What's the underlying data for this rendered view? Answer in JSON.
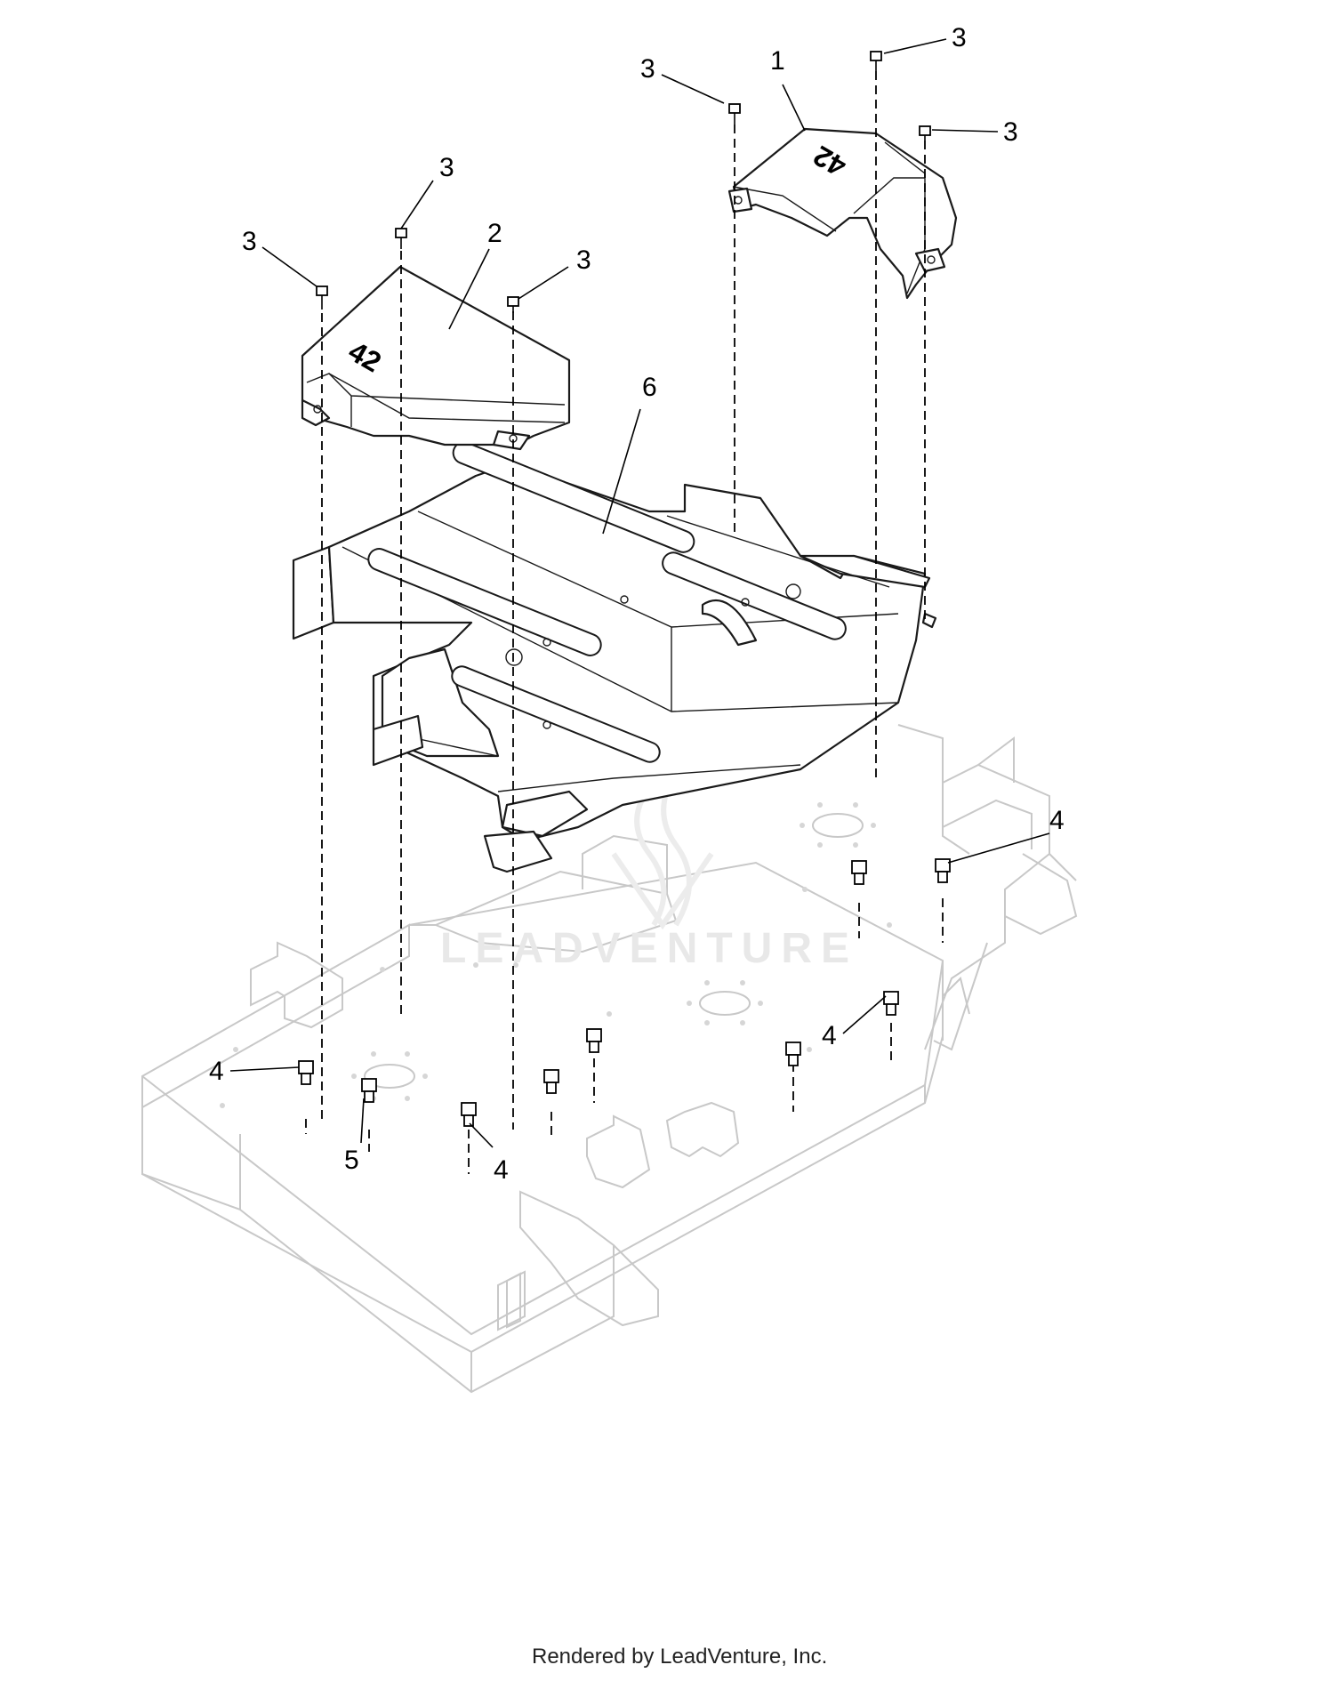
{
  "diagram": {
    "callouts": {
      "c1": "1",
      "c2": "2",
      "c3a": "3",
      "c3b": "3",
      "c3c": "3",
      "c3d": "3",
      "c3e": "3",
      "c3f": "3",
      "c4a": "4",
      "c4b": "4",
      "c4c": "4",
      "c4d": "4",
      "c5": "5",
      "c6": "6"
    },
    "part_labels": {
      "cover_left": "42",
      "cover_right": "42"
    },
    "watermark": "LEADVENTURE",
    "credit": "Rendered by LeadVenture, Inc."
  }
}
